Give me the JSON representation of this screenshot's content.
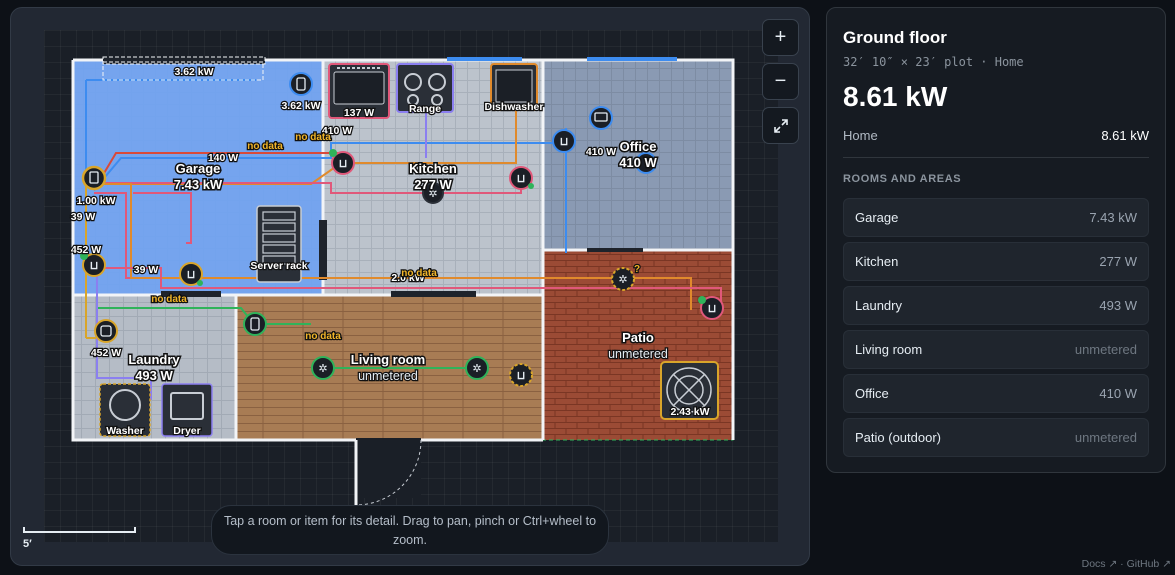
{
  "map": {
    "zoom_in": "+",
    "zoom_out": "−",
    "fullscreen_icon": "expand-icon",
    "scale_label": "5′",
    "hint": "Tap a room or item for its detail. Drag to pan, pinch or Ctrl+wheel to zoom.",
    "colors": {
      "garage": "#70a2f0",
      "office": "#8a9ab3",
      "kitchen": "#bcc3cc",
      "patio": "#9b4b35",
      "living": "#a87c54",
      "laundry": "#b5bcc6",
      "wall": "#f2f4f7",
      "wire_blue": "#3d8cf0",
      "wire_orange": "#e08a2c",
      "wire_pink": "#e0587a",
      "wire_green": "#2fb35a",
      "wire_purple": "#8b7ff0",
      "wire_red": "#d94a3a",
      "wire_gold": "#d9a52a"
    },
    "rooms": [
      {
        "id": "garage",
        "name": "Garage",
        "value": "7.43 kW"
      },
      {
        "id": "kitchen",
        "name": "Kitchen",
        "value": "277 W"
      },
      {
        "id": "office",
        "name": "Office",
        "value": "410 W"
      },
      {
        "id": "patio",
        "name": "Patio",
        "value": "unmetered"
      },
      {
        "id": "living",
        "name": "Living room",
        "value": "unmetered"
      },
      {
        "id": "laundry",
        "name": "Laundry",
        "value": "493 W"
      }
    ],
    "appliances": {
      "garage_unit": "3.62 kW",
      "garage_charger": "3.62 kW",
      "oven": "137 W",
      "range": "Range",
      "dishwasher": "Dishwasher",
      "server_rack": "Server rack",
      "washer": "Washer",
      "dryer": "Dryer",
      "hot_tub": "2.43 kW"
    },
    "wire_labels": {
      "panel_1kw": "1.00 kW",
      "w39a": "39 W",
      "w452a": "452 W",
      "w140": "140 W",
      "w410a": "410 W",
      "w410b": "410 W",
      "w452b": "452 W",
      "w39b": "39 W",
      "w2k": "2.0 kW",
      "nd1": "no data",
      "nd2": "no data",
      "nd3": "no data",
      "nd4": "no data",
      "nd5": "no data",
      "question": "?"
    }
  },
  "panel": {
    "title": "Ground floor",
    "subtitle": "32′ 10″ × 23′ plot · Home",
    "total": "8.61 kW",
    "home_label": "Home",
    "home_value": "8.61 kW",
    "section_title": "ROOMS AND AREAS",
    "rooms": [
      {
        "name": "Garage",
        "value": "7.43 kW",
        "metered": true
      },
      {
        "name": "Kitchen",
        "value": "277 W",
        "metered": true
      },
      {
        "name": "Laundry",
        "value": "493 W",
        "metered": true
      },
      {
        "name": "Living room",
        "value": "unmetered",
        "metered": false
      },
      {
        "name": "Office",
        "value": "410 W",
        "metered": true
      },
      {
        "name": "Patio (outdoor)",
        "value": "unmetered",
        "metered": false
      }
    ]
  },
  "footer": "Docs ↗ · GitHub ↗"
}
